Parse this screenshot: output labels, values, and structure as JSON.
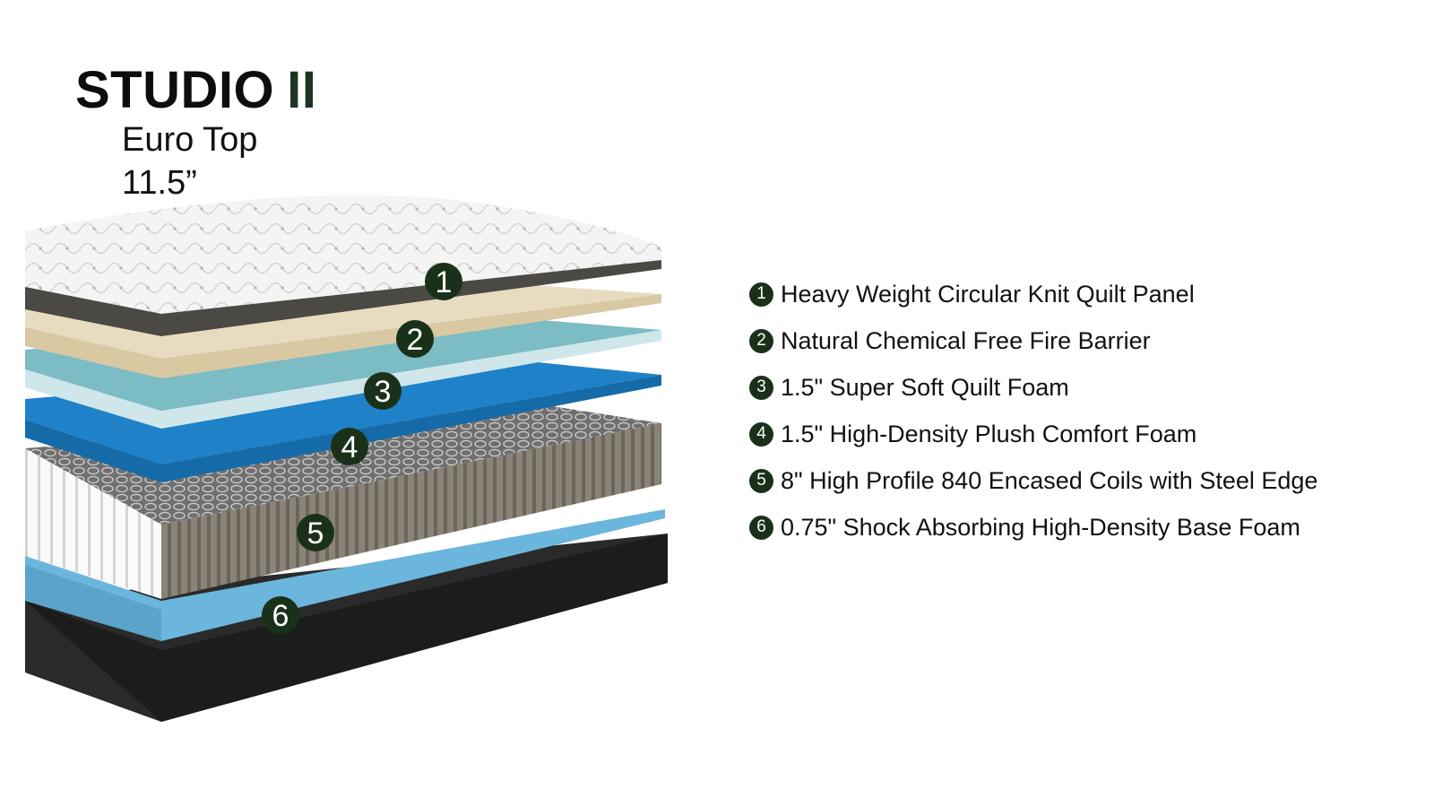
{
  "header": {
    "brand": "STUDIO",
    "model": "II",
    "subtitle": "Euro Top",
    "height": "11.5”"
  },
  "layers": [
    {
      "number": "1",
      "label": "Heavy Weight Circular Knit Quilt Panel"
    },
    {
      "number": "2",
      "label": "Natural Chemical Free Fire Barrier"
    },
    {
      "number": "3",
      "label": "1.5\" Super Soft Quilt Foam"
    },
    {
      "number": "4",
      "label": "1.5\" High-Density Plush Comfort Foam"
    },
    {
      "number": "5",
      "label": "8\" High Profile 840 Encased Coils with Steel Edge"
    },
    {
      "number": "6",
      "label": "0.75\" Shock Absorbing High-Density Base Foam"
    }
  ],
  "colors": {
    "badge": "#1a3119",
    "model_accent": "#1f3420",
    "quilt": "#f1f1f1",
    "fire_barrier": "#e8dcc0",
    "soft_foam": "#7cbcc4",
    "comfort_foam": "#1f82c8",
    "coils": "#8a8378",
    "base_foam": "#6bb6dc",
    "foundation": "#2a2a2a"
  }
}
